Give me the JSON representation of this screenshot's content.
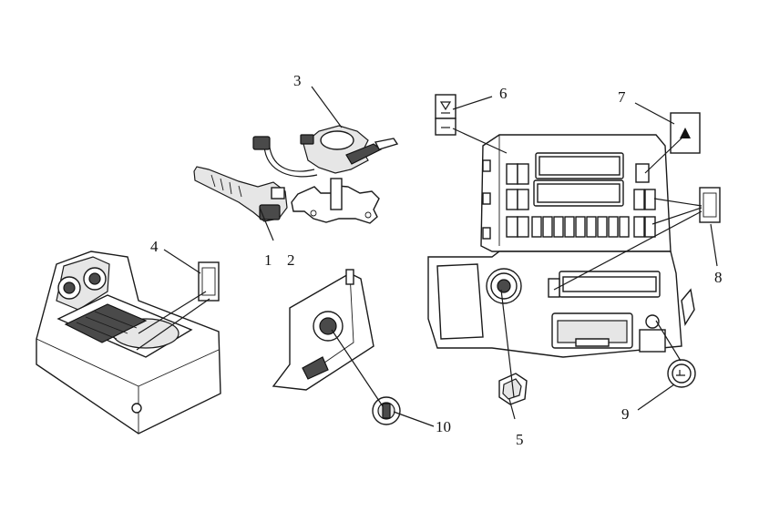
{
  "callouts": [
    {
      "id": "1",
      "label": "1"
    },
    {
      "id": "2",
      "label": "2"
    },
    {
      "id": "3",
      "label": "3"
    },
    {
      "id": "4",
      "label": "4"
    },
    {
      "id": "5",
      "label": "5"
    },
    {
      "id": "6",
      "label": "6"
    },
    {
      "id": "7",
      "label": "7"
    },
    {
      "id": "8",
      "label": "8"
    },
    {
      "id": "9",
      "label": "9"
    },
    {
      "id": "10",
      "label": "10"
    }
  ],
  "icons": {
    "hazard_switch": "warning-triangle-icon",
    "switch_6": "lamp-symbol-icon",
    "switch_9": "cigarette-lighter-icon"
  }
}
